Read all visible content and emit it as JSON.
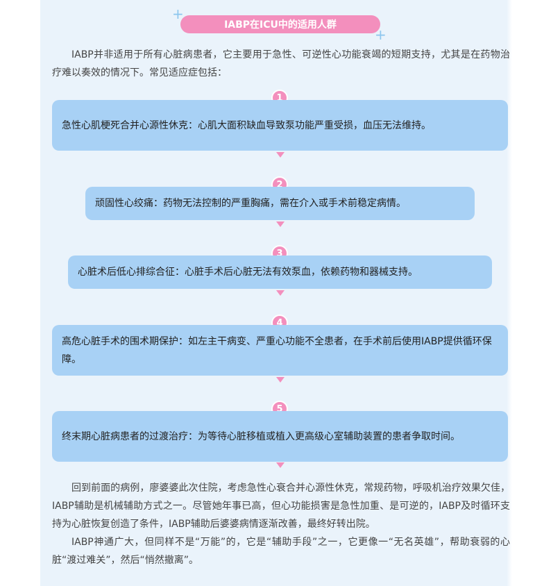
{
  "title": "IABP在ICU中的适用人群",
  "intro": "IABP并非适用于所有心脏病患者，它主要用于急性、可逆性心功能衰竭的短期支持，尤其是在药物治疗难以奏效的情况下。常见适应症包括：",
  "indications": [
    {
      "num": "1",
      "text": "急性心肌梗死合并心源性休克：心肌大面积缺血导致泵功能严重受损，血压无法维持。"
    },
    {
      "num": "2",
      "text": "顽固性心绞痛：药物无法控制的严重胸痛，需在介入或手术前稳定病情。"
    },
    {
      "num": "3",
      "text": "心脏术后低心排综合征：心脏手术后心脏无法有效泵血，依赖药物和器械支持。"
    },
    {
      "num": "4",
      "text": "高危心脏手术的围术期保护：如左主干病变、严重心功能不全患者，在手术前后使用IABP提供循环保障。"
    },
    {
      "num": "5",
      "text": "终末期心脏病患者的过渡治疗：为等待心脏移植或植入更高级心室辅助装置的患者争取时间。"
    }
  ],
  "closing": [
    "回到前面的病例，廖婆婆此次住院，考虑急性心衰合并心源性休克，常规药物，呼吸机治疗效果欠佳，IABP辅助是机械辅助方式之一。尽管她年事已高，但心功能损害是急性加重、是可逆的，IABP及时循环支持为心脏恢复创造了条件，IABP辅助后婆婆病情逐渐改善，最终好转出院。",
    "IABP神通广大，但同样不是“万能”的，它是“辅助手段”之一，它更像一“无名英雄”，帮助衰弱的心脏“渡过难关”，然后“悄然撤离”。"
  ],
  "colors": {
    "accent_pink": "#f38fbd",
    "box_blue": "#a8d1f5",
    "panel_bg": "#eaf3fb"
  }
}
